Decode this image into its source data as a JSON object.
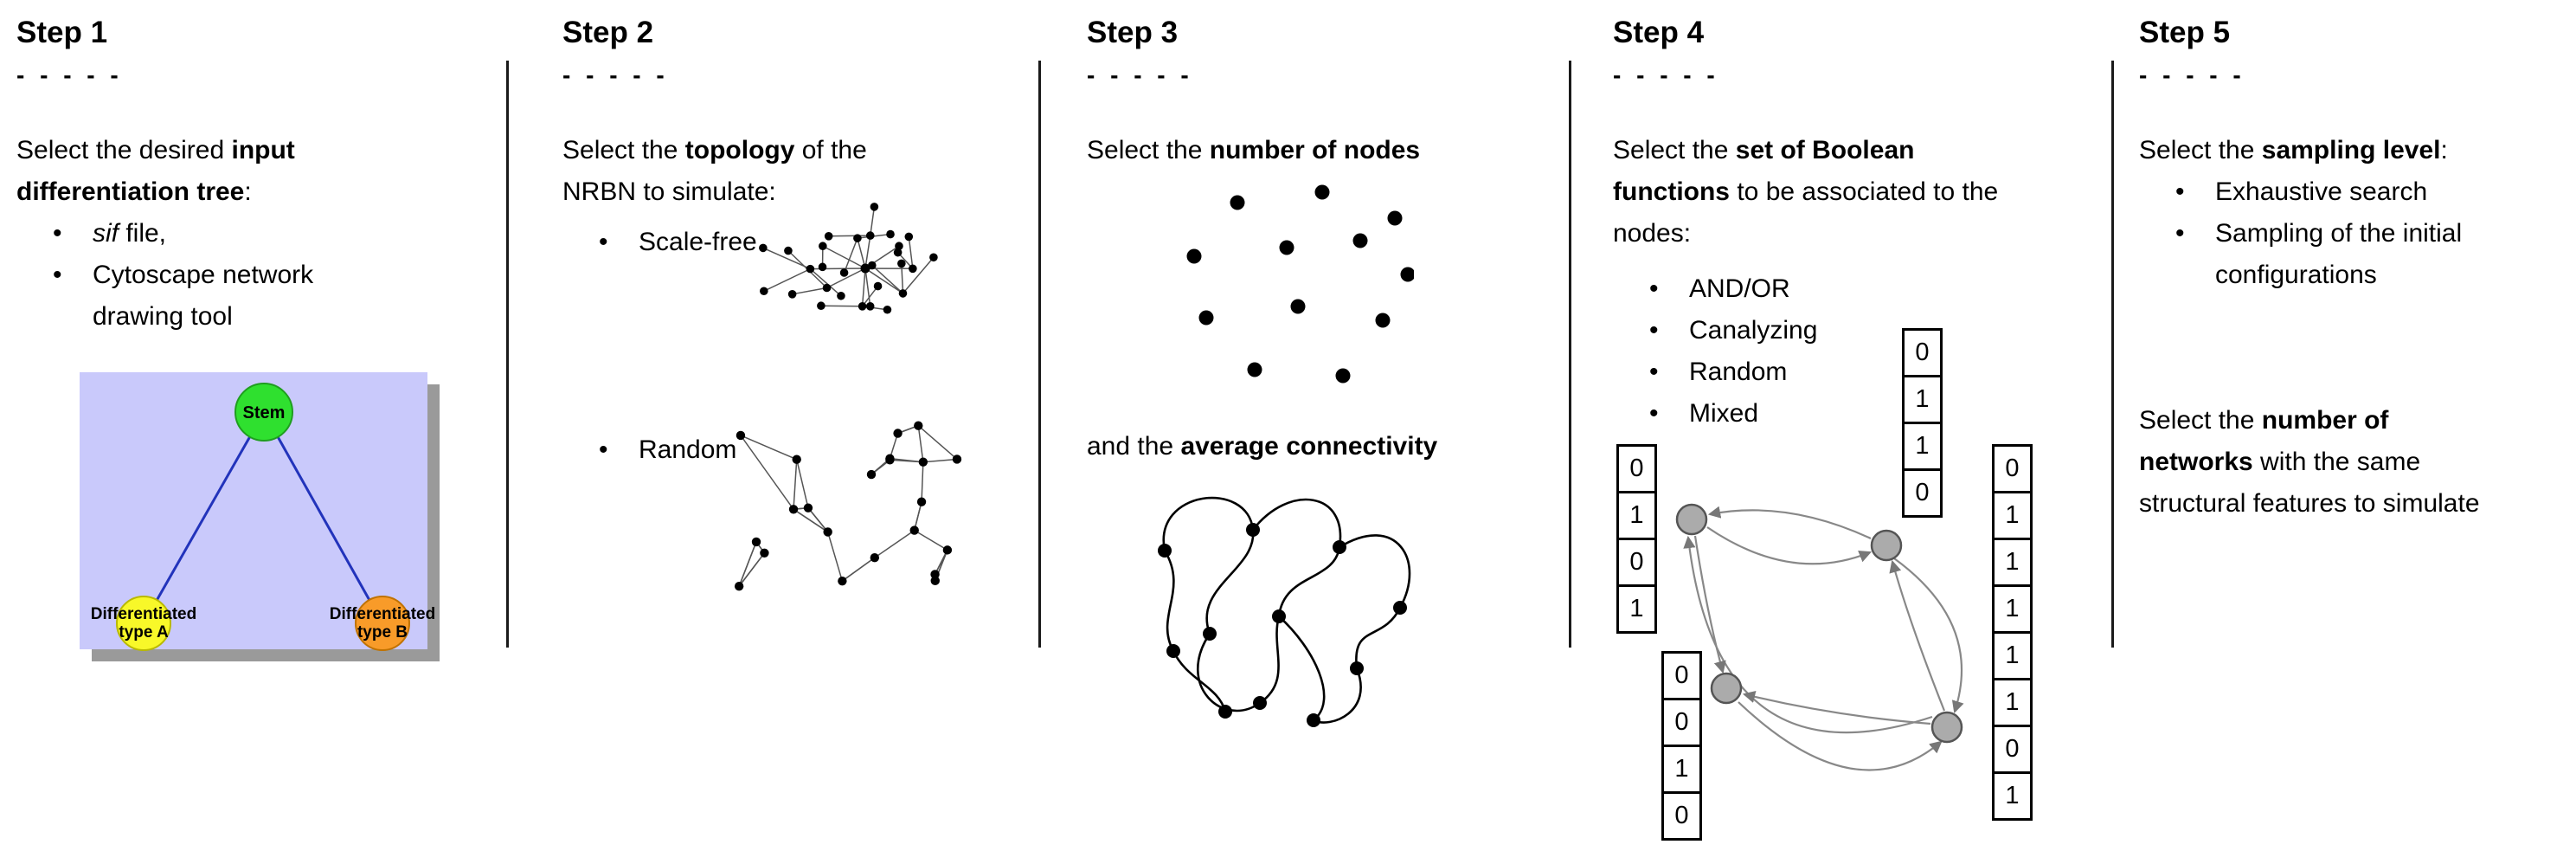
{
  "steps": [
    {
      "title": "Step 1",
      "dashes": "- - - - -",
      "intro": {
        "a": "Select the desired ",
        "b": "input",
        "c": "differentiation tree",
        "d": ":"
      },
      "bullet1": {
        "i": "sif",
        "r": " file,"
      },
      "bullet2": {
        "l1": "Cytoscape network",
        "l2": "drawing tool"
      },
      "tree": {
        "stem": "Stem",
        "a1": "Differentiated",
        "a2": "type A",
        "b1": "Differentiated",
        "b2": "type B"
      },
      "colors": {
        "panel": "#c9c9fb",
        "shadow": "#9a9a9a",
        "stem": "#2fe02f",
        "typeA": "#f8f829",
        "typeB": "#f89b29",
        "edge": "#2233bb"
      }
    },
    {
      "title": "Step 2",
      "dashes": "- - - - -",
      "intro": {
        "a": "Select the ",
        "b": "topology",
        "c": " of the",
        "d": "NRBN to simulate:"
      },
      "bullet1": "Scale-free",
      "bullet2": "Random"
    },
    {
      "title": "Step 3",
      "dashes": "- - - - -",
      "intro": {
        "a": "Select the ",
        "b": "number of nodes"
      },
      "intro2": {
        "a": "and the ",
        "b": "average connectivity"
      }
    },
    {
      "title": "Step 4",
      "dashes": "- - - - -",
      "intro": {
        "a": "Select the ",
        "b": "set of Boolean",
        "c": "functions",
        "d": " to be associated to",
        "e": "the nodes:"
      },
      "bullets": [
        "AND/OR",
        "Canalyzing",
        "Random",
        "Mixed"
      ],
      "tables": {
        "left": [
          "0",
          "1",
          "0",
          "1"
        ],
        "top": [
          "0",
          "1",
          "1",
          "0"
        ],
        "bottom": [
          "0",
          "0",
          "1",
          "0"
        ],
        "right": [
          "0",
          "1",
          "1",
          "1",
          "1",
          "1",
          "0",
          "1"
        ]
      },
      "node_color": "#ababab"
    },
    {
      "title": "Step 5",
      "dashes": "- - - - -",
      "intro": {
        "a": "Select the ",
        "b": "sampling level",
        "c": ":"
      },
      "bullet1": "Exhaustive search",
      "bullet2": {
        "l1": "Sampling of the initial",
        "l2": "configurations"
      },
      "para2": {
        "a": "Select the ",
        "b": "number of",
        "c": "networks",
        "d": " with the same",
        "e": "structural features to simulate"
      }
    }
  ]
}
